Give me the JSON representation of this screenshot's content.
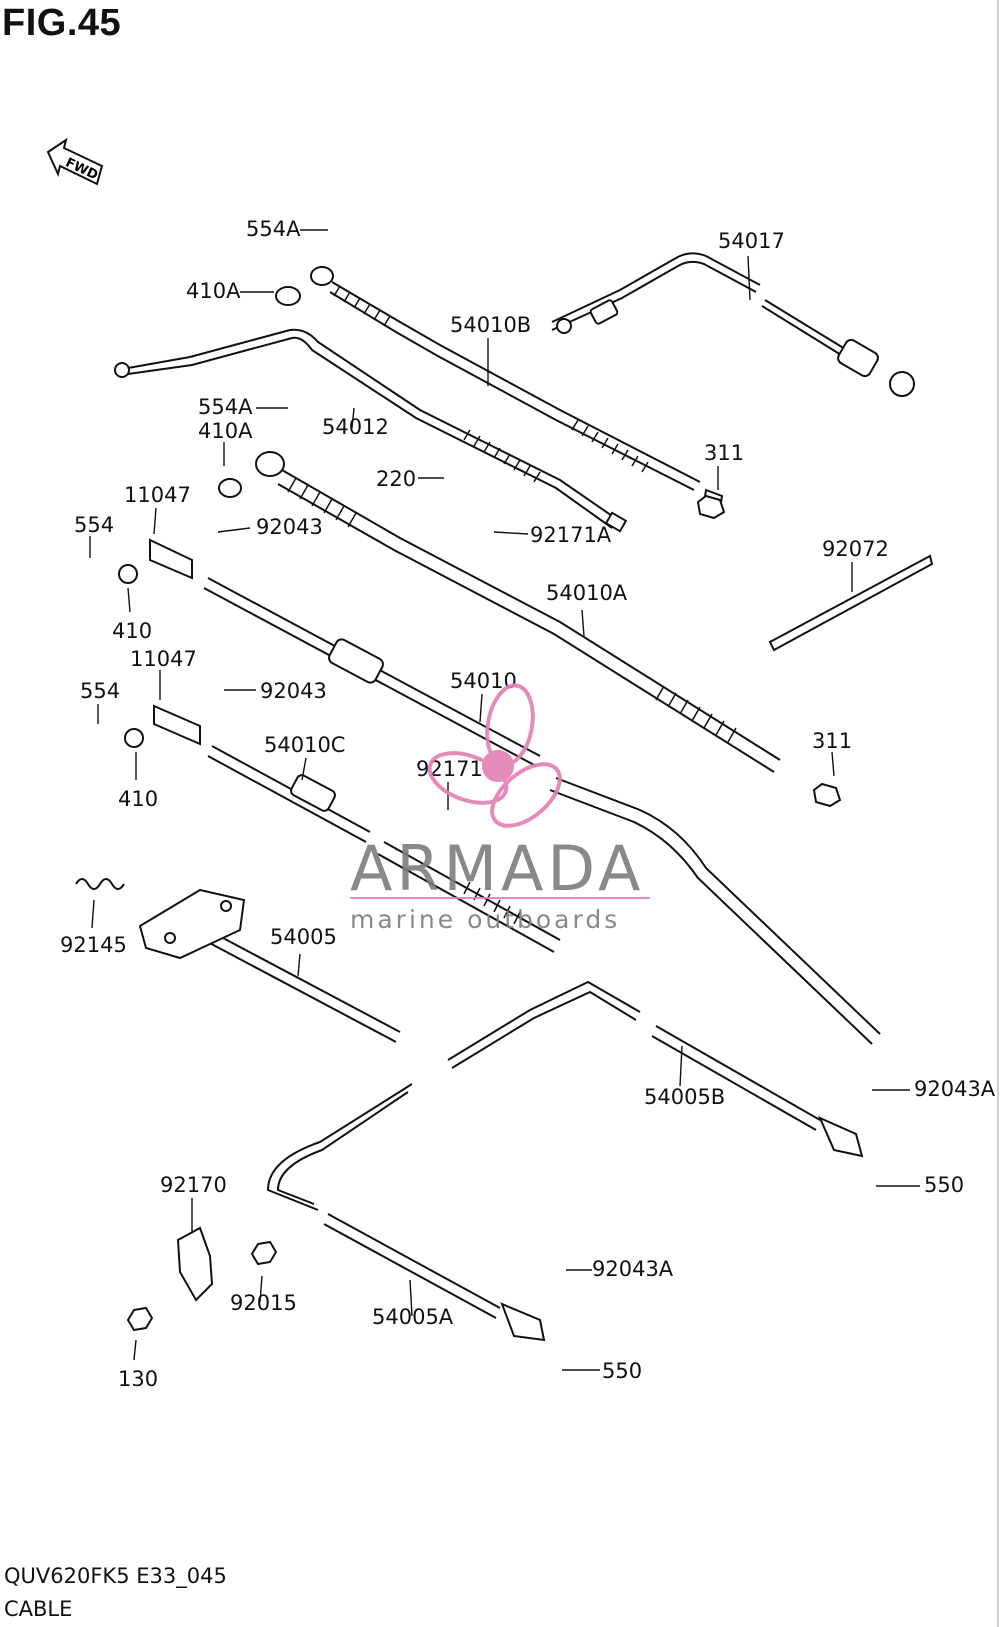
{
  "figure": {
    "title": "FIG.45",
    "model": "QUV620FK5 E33_045",
    "caption": "CABLE"
  },
  "direction_arrow": {
    "label": "FWD",
    "icon": "fwd-arrow-icon"
  },
  "part_labels": [
    "554A",
    "410A",
    "54017",
    "54010B",
    "554A",
    "410A",
    "54012",
    "220",
    "311",
    "11047",
    "554",
    "92043",
    "92171A",
    "92072",
    "410",
    "54010A",
    "11047",
    "554",
    "92043",
    "54010",
    "311",
    "54010C",
    "92171",
    "410",
    "92145",
    "54005",
    "54005B",
    "92043A",
    "550",
    "92170",
    "92015",
    "54005A",
    "92043A",
    "130",
    "550"
  ],
  "watermark": {
    "brand": "ARMADA",
    "tagline": "marine outboards",
    "color": "#e37fb2",
    "text_color": "#7d7d7d"
  }
}
